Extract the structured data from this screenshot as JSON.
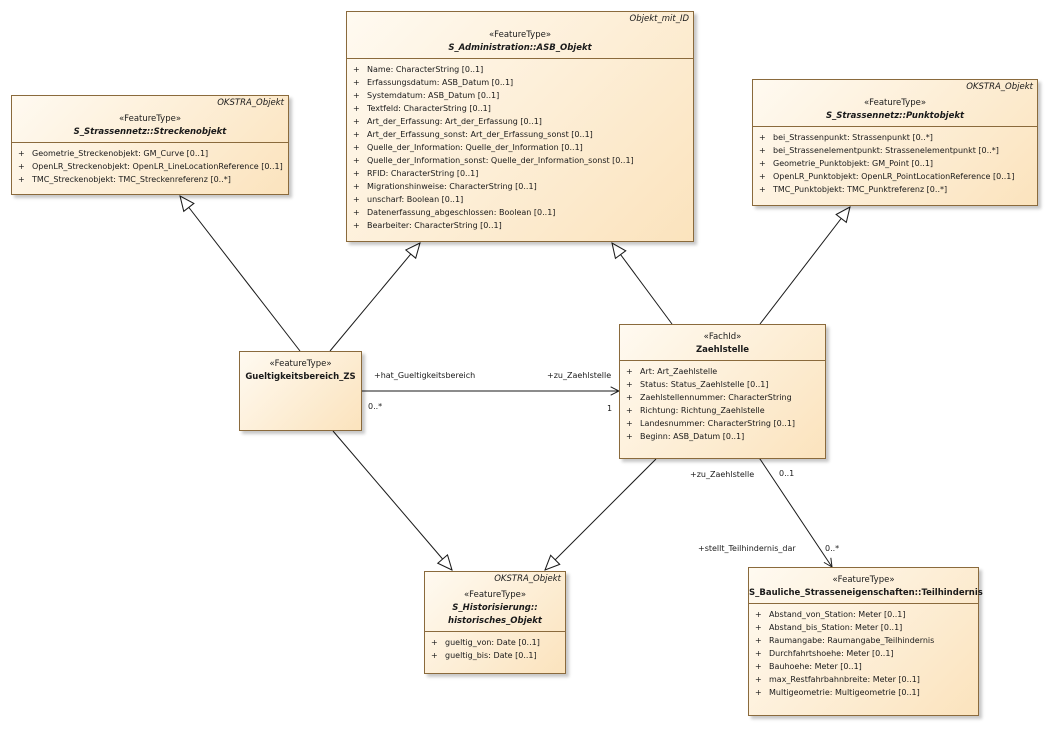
{
  "classes": {
    "asb_objekt": {
      "parent": "Objekt_mit_ID",
      "stereotype": "«FeatureType»",
      "name": "S_Administration::ASB_Objekt",
      "attributes": [
        "Name: CharacterString [0..1]",
        "Erfassungsdatum: ASB_Datum [0..1]",
        "Systemdatum: ASB_Datum [0..1]",
        "Textfeld: CharacterString [0..1]",
        "Art_der_Erfassung: Art_der_Erfassung [0..1]",
        "Art_der_Erfassung_sonst: Art_der_Erfassung_sonst [0..1]",
        "Quelle_der_Information: Quelle_der_Information [0..1]",
        "Quelle_der_Information_sonst: Quelle_der_Information_sonst [0..1]",
        "RFID: CharacterString [0..1]",
        "Migrationshinweise: CharacterString [0..1]",
        "unscharf: Boolean [0..1]",
        "Datenerfassung_abgeschlossen: Boolean [0..1]",
        "Bearbeiter: CharacterString [0..1]"
      ]
    },
    "streckenobjekt": {
      "parent": "OKSTRA_Objekt",
      "stereotype": "«FeatureType»",
      "name": "S_Strassennetz::Streckenobjekt",
      "attributes": [
        "Geometrie_Streckenobjekt: GM_Curve [0..1]",
        "OpenLR_Streckenobjekt: OpenLR_LineLocationReference [0..1]",
        "TMC_Streckenobjekt: TMC_Streckenreferenz [0..*]"
      ]
    },
    "punktobjekt": {
      "parent": "OKSTRA_Objekt",
      "stereotype": "«FeatureType»",
      "name": "S_Strassennetz::Punktobjekt",
      "attributes": [
        "bei_Strassenpunkt: Strassenpunkt [0..*]",
        "bei_Strassenelementpunkt: Strassenelementpunkt [0..*]",
        "Geometrie_Punktobjekt: GM_Point [0..1]",
        "OpenLR_Punktobjekt: OpenLR_PointLocationReference [0..1]",
        "TMC_Punktobjekt: TMC_Punktreferenz [0..*]"
      ]
    },
    "gueltigkeitsbereich": {
      "stereotype": "«FeatureType»",
      "name": "Gueltigkeitsbereich_ZS"
    },
    "zaehlstelle": {
      "stereotype": "«FachId»",
      "name": "Zaehlstelle",
      "attributes": [
        "Art: Art_Zaehlstelle",
        "Status: Status_Zaehlstelle [0..1]",
        "Zaehlstellennummer: CharacterString",
        "Richtung: Richtung_Zaehlstelle",
        "Landesnummer: CharacterString [0..1]",
        "Beginn: ASB_Datum [0..1]"
      ]
    },
    "historisches": {
      "parent": "OKSTRA_Objekt",
      "stereotype": "«FeatureType»",
      "name_line1": "S_Historisierung::",
      "name_line2": "historisches_Objekt",
      "attributes": [
        "gueltig_von: Date [0..1]",
        "gueltig_bis: Date [0..1]"
      ]
    },
    "teilhindernis": {
      "stereotype": "«FeatureType»",
      "name": "S_Bauliche_Strasseneigenschaften::Teilhindernis",
      "attributes": [
        "Abstand_von_Station: Meter [0..1]",
        "Abstand_bis_Station: Meter [0..1]",
        "Raumangabe: Raumangabe_Teilhindernis",
        "Durchfahrtshoehe: Meter [0..1]",
        "Bauhoehe: Meter [0..1]",
        "max_Restfahrbahnbreite: Meter [0..1]",
        "Multigeometrie: Multigeometrie [0..1]"
      ]
    }
  },
  "visibility_marker": "+",
  "associations": {
    "gueltigkeit": {
      "role_source": "+hat_Gueltigkeitsbereich",
      "mult_source": "0..*",
      "role_target": "+zu_Zaehlstelle",
      "mult_target": "1"
    },
    "teilhindernis": {
      "role_source": "+zu_Zaehlstelle",
      "mult_source": "0..1",
      "role_target": "+stellt_Teilhindernis_dar",
      "mult_target": "0..*"
    }
  },
  "colors": {
    "border": "#8a6a3c",
    "fill_light": "#fffaf1",
    "fill_dark": "#fbe3bd",
    "edge": "#1a1a1a"
  }
}
